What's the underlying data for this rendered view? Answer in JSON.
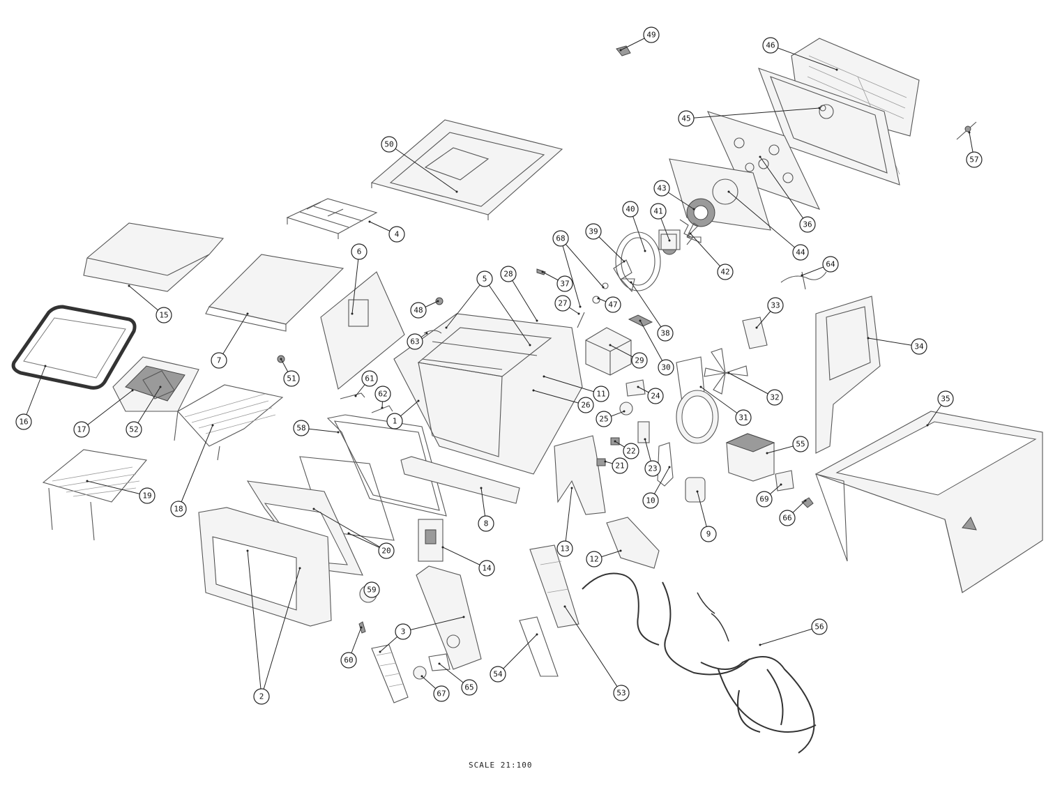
{
  "scale_label": "SCALE 21:100",
  "callout_numbers": [
    "1",
    "2",
    "3",
    "4",
    "5",
    "6",
    "7",
    "8",
    "9",
    "10",
    "11",
    "12",
    "13",
    "14",
    "15",
    "16",
    "17",
    "18",
    "19",
    "20",
    "21",
    "22",
    "23",
    "24",
    "25",
    "26",
    "27",
    "28",
    "29",
    "30",
    "31",
    "32",
    "33",
    "34",
    "35",
    "36",
    "37",
    "38",
    "39",
    "40",
    "41",
    "42",
    "43",
    "44",
    "45",
    "46",
    "47",
    "48",
    "49",
    "50",
    "51",
    "52",
    "53",
    "54",
    "55",
    "56",
    "57",
    "58",
    "59",
    "60",
    "61",
    "62",
    "63",
    "64",
    "65",
    "66",
    "67",
    "68",
    "69"
  ],
  "colors": {
    "line": "#555555",
    "callout": "#222222",
    "background": "#ffffff"
  }
}
